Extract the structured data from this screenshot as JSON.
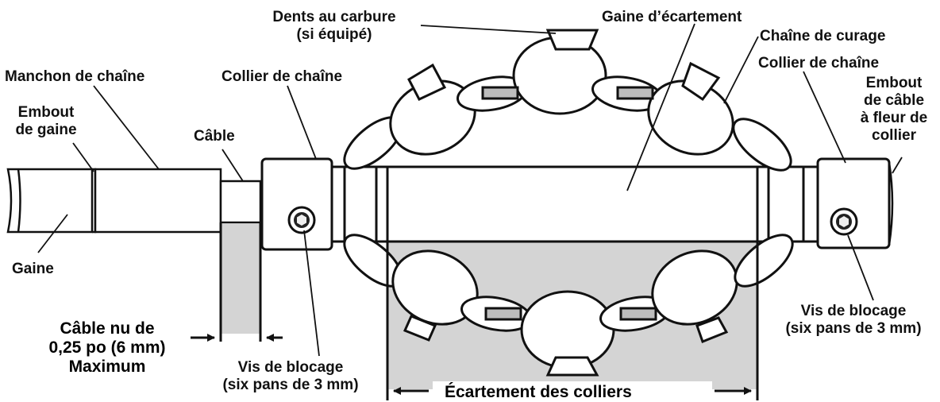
{
  "labels": {
    "carbide_teeth_1": "Dents au carbure",
    "carbide_teeth_2": "(si équipé)",
    "spacer_sleeve": "Gaine d’écartement",
    "flail_chain": "Chaîne de curage",
    "chain_collar_right": "Collier de chaîne",
    "chain_sleeve": "Manchon de chaîne",
    "chain_collar_left": "Collier de chaîne",
    "sheath_end_1": "Embout",
    "sheath_end_2": "de gaine",
    "cable": "Câble",
    "cable_end_1": "Embout",
    "cable_end_2": "de câble",
    "cable_end_3": "à fleur de",
    "cable_end_4": "collier",
    "sheath": "Gaine",
    "bare_cable_1": "Câble nu de",
    "bare_cable_2": "0,25 po (6 mm)",
    "bare_cable_3": "Maximum",
    "set_screw_left_1": "Vis de blocage",
    "set_screw_left_2": "(six pans de 3 mm)",
    "set_screw_right_1": "Vis de blocage",
    "set_screw_right_2": "(six pans de 3 mm)",
    "collar_spacing": "Écartement des colliers"
  },
  "colors": {
    "line": "#111111",
    "fill": "#ffffff",
    "shade": "#d4d4d4",
    "shade_dark": "#bdbdbd"
  }
}
